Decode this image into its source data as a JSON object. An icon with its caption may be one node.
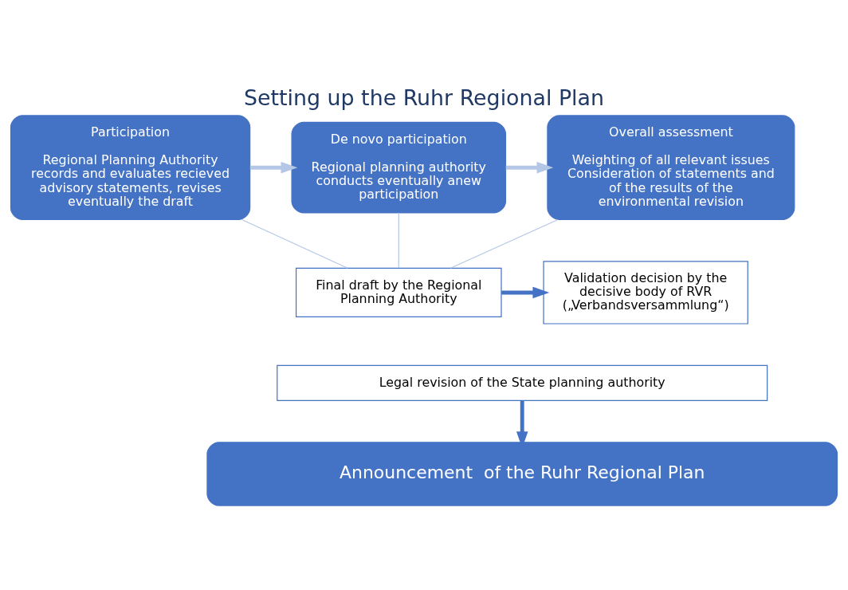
{
  "diagram": {
    "title": "Setting up the Ruhr Regional Plan",
    "nodes": [
      {
        "text": [
          "Participation",
          "Regional Planning Authority records and evaluates recieved advisory statements, revises eventually the draft"
        ]
      },
      {
        "text": [
          "De novo participation",
          "Regional planning authority conducts eventually anew participation"
        ]
      },
      {
        "text": [
          "Overall assessment",
          "Weighting of all relevant issues Consideration of statements and of the results of the environmental revision"
        ]
      },
      {
        "text": [
          "Final draft by the Regional Planning Authority"
        ]
      },
      {
        "text": [
          "Validation decision by the decisive body of RVR („Verbandsversammlung“)"
        ]
      },
      {
        "text": [
          "Legal revision of the State planning authority"
        ]
      },
      {
        "text": [
          "Announcement  of the Ruhr Regional Plan"
        ]
      }
    ],
    "edges": [
      {
        "from": 0,
        "to": 1,
        "arrow": "to"
      },
      {
        "from": 1,
        "to": 2,
        "arrow": "to"
      },
      {
        "from": 0,
        "to": 3,
        "arrow": "none"
      },
      {
        "from": 1,
        "to": 3,
        "arrow": "none"
      },
      {
        "from": 2,
        "to": 3,
        "arrow": "none"
      },
      {
        "from": 3,
        "to": 4,
        "arrow": "to",
        "color": "#4472c4"
      },
      {
        "from": 5,
        "to": 6,
        "arrow": "to",
        "color": "#4472c4"
      }
    ]
  }
}
